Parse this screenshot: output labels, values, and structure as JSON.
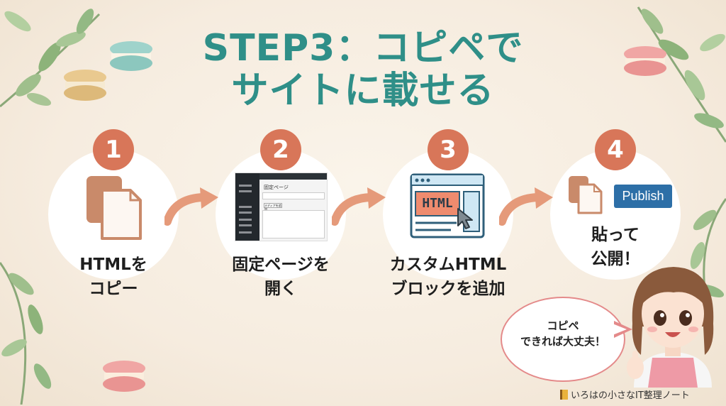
{
  "title": {
    "line1": "STEP3：コピペで",
    "line2": "サイトに載せる"
  },
  "steps": [
    {
      "number": "1",
      "line1": "HTMLを",
      "line2": "コピー"
    },
    {
      "number": "2",
      "line1": "固定ページを",
      "line2": "開く"
    },
    {
      "number": "3",
      "line1": "カスタムHTML",
      "line2": "ブロックを追加"
    },
    {
      "number": "4",
      "line1": "貼って",
      "line2": "公開！"
    }
  ],
  "wp_editor": {
    "page_title": "固定ページ",
    "add_media_button": "メディアを追加"
  },
  "browser_html_label": "HTML",
  "publish_button": "Publish",
  "speech": {
    "line1": "コピペ",
    "line2": "できれば大丈夫！"
  },
  "footer": "いろはの小さなIT整理ノート",
  "icons": {
    "copy": "copy-documents-icon",
    "editor": "wordpress-editor-icon",
    "browser": "browser-html-icon",
    "cursor": "mouse-cursor-icon",
    "arrow": "curved-arrow-icon",
    "notebook": "notebook-icon"
  },
  "colors": {
    "title": "#2f8f88",
    "step_badge": "#d87659",
    "arrow": "#e59a7a",
    "publish": "#2d6fa7",
    "background": "#f7eee2"
  }
}
